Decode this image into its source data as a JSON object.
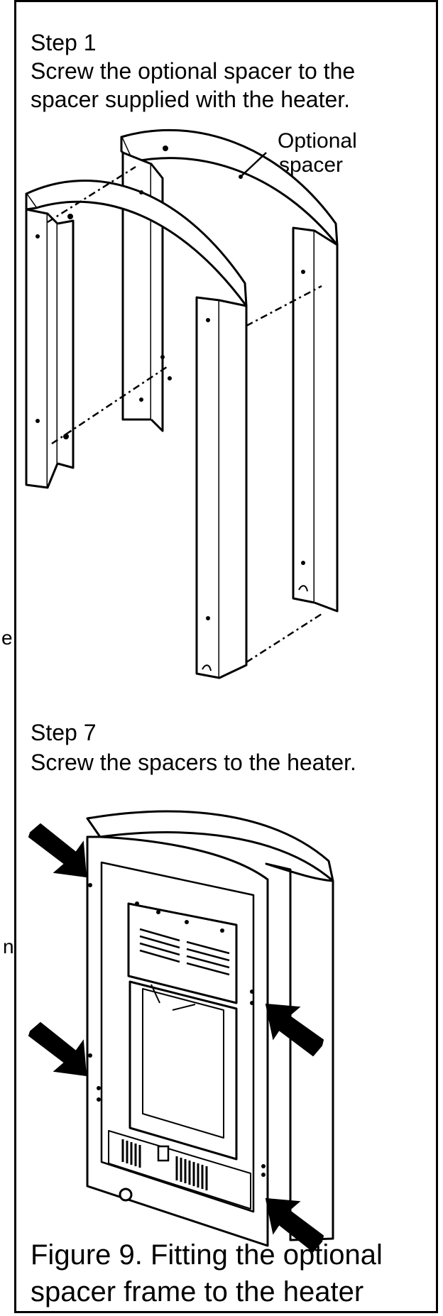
{
  "step1": {
    "title": "Step 1",
    "line1": "Screw the optional spacer to the",
    "line2": "spacer supplied with the heater.",
    "callout_line1": "Optional",
    "callout_line2": "spacer"
  },
  "step7": {
    "title": "Step 7",
    "line1": "Screw the spacers to the heater."
  },
  "caption": {
    "line1": "Figure 9. Fitting the optional",
    "line2": "spacer frame to the heater"
  },
  "margin_fragments": [
    "e",
    "n"
  ]
}
